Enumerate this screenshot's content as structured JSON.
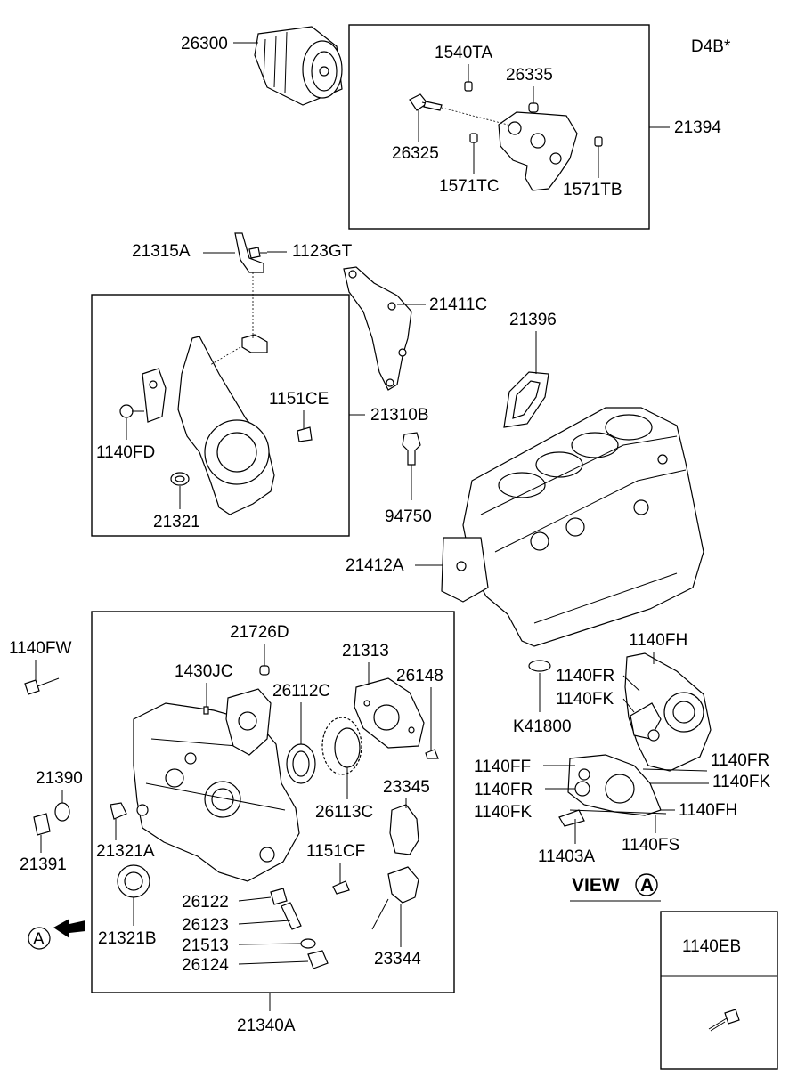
{
  "engine_code": "D4B*",
  "parts": {
    "p26300": "26300",
    "p1540TA": "1540TA",
    "p26335": "26335",
    "p21394": "21394",
    "p26325": "26325",
    "p1571TC": "1571TC",
    "p1571TB": "1571TB",
    "p21315A": "21315A",
    "p1123GT": "1123GT",
    "p21411C": "21411C",
    "p21396": "21396",
    "p1151CE": "1151CE",
    "p21310B": "21310B",
    "p1140FD": "1140FD",
    "p21321": "21321",
    "p94750": "94750",
    "p21412A": "21412A",
    "p1140FW": "1140FW",
    "p21726D": "21726D",
    "p21313": "21313",
    "p1430JC": "1430JC",
    "p26148": "26148",
    "p26112C": "26112C",
    "p21390": "21390",
    "p26113C": "26113C",
    "p23345": "23345",
    "p21321A": "21321A",
    "p21391": "21391",
    "p1151CF": "1151CF",
    "p21321B": "21321B",
    "p26122": "26122",
    "p26123": "26123",
    "p21513": "21513",
    "p26124": "26124",
    "p23344": "23344",
    "p21340A": "21340A",
    "p1140FH_top": "1140FH",
    "p1140FR_top": "1140FR",
    "p1140FK_top": "1140FK",
    "pK41800": "K41800",
    "p1140FF": "1140FF",
    "p1140FR_right": "1140FR",
    "p1140FR_left": "1140FR",
    "p1140FK_right": "1140FK",
    "p1140FK_left": "1140FK",
    "p1140FH_bottom": "1140FH",
    "p11403A": "11403A",
    "p1140FS": "1140FS",
    "p1140EB": "1140EB"
  },
  "view_label": "VIEW",
  "view_marker": "A",
  "arrow_marker": "A"
}
